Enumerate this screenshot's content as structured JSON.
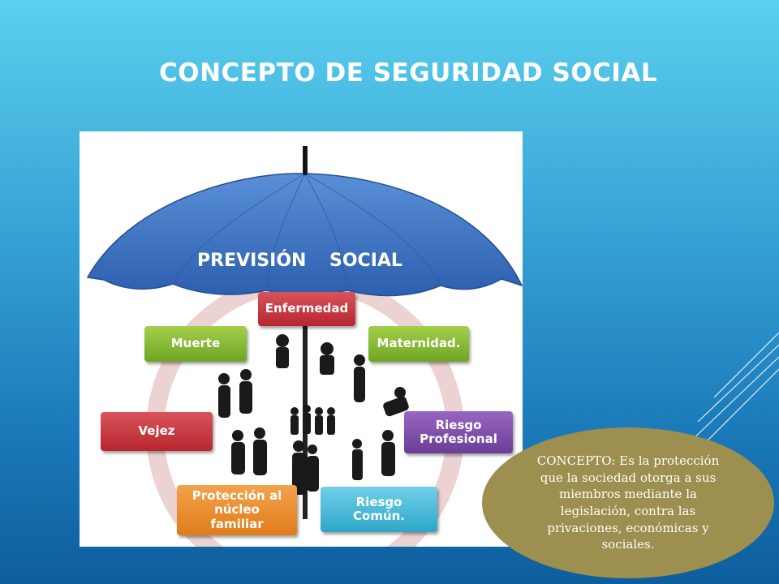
{
  "title": "CONCEPTO DE SEGURIDAD SOCIAL",
  "diagram": {
    "umbrella_left_label": "PREVISIÓN",
    "umbrella_right_label": "SOCIAL",
    "boxes": {
      "enfermedad": "Enfermedad",
      "maternidad": "Maternidad.",
      "riesgo_profesional": "Riesgo\nProfesional",
      "riesgo_comun": "Riesgo\nComún.",
      "proteccion": "Protección al\nnúcleo\nfamiliar",
      "vejez": "Vejez",
      "muerte": "Muerte"
    },
    "umbrella_color": "#3b74c4",
    "cycle_color": "#e8c7c7"
  },
  "concept": {
    "text": "CONCEPTO: Es la protección que la sociedad otorga a sus miembros mediante la legislación, contra  las privaciones, económicas y sociales."
  }
}
